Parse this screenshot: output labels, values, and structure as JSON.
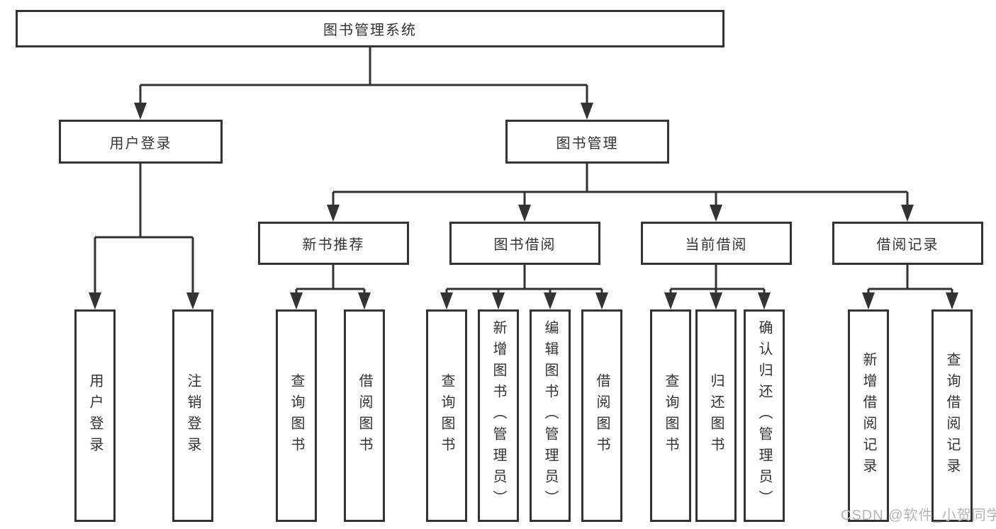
{
  "tree": {
    "root": {
      "label": "图书管理系统"
    },
    "branches": [
      {
        "label": "用户登录",
        "children": [
          {
            "label": "用户登录"
          },
          {
            "label": "注销登录"
          }
        ]
      },
      {
        "label": "图书管理",
        "groups": [
          {
            "label": "新书推荐",
            "children": [
              {
                "label": "查询图书"
              },
              {
                "label": "借阅图书"
              }
            ]
          },
          {
            "label": "图书借阅",
            "children": [
              {
                "label": "查询图书"
              },
              {
                "label": "新增图书（管理员）"
              },
              {
                "label": "编辑图书（管理员）"
              },
              {
                "label": "借阅图书"
              }
            ]
          },
          {
            "label": "当前借阅",
            "children": [
              {
                "label": "查询图书"
              },
              {
                "label": "归还图书"
              },
              {
                "label": "确认归还（管理员）"
              }
            ]
          },
          {
            "label": "借阅记录",
            "children": [
              {
                "label": "新增借阅记录"
              },
              {
                "label": "查询借阅记录"
              }
            ]
          }
        ]
      }
    ]
  },
  "watermark": {
    "text": "CSDN @软件_小贺同学"
  },
  "colors": {
    "line": "#333333",
    "box_border": "#333333",
    "text": "#333333",
    "watermark": "#b4b4b4",
    "background": "#ffffff"
  }
}
